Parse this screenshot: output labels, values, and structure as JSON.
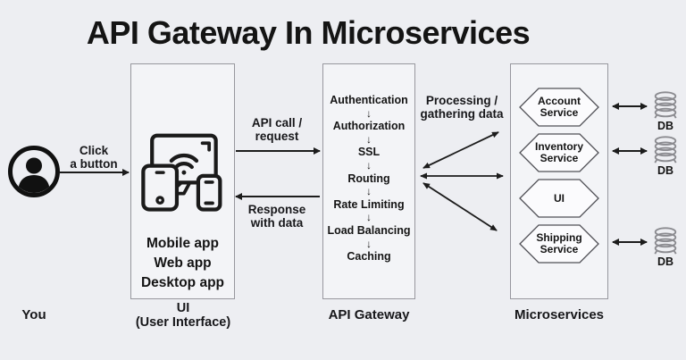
{
  "title": "API Gateway In Microservices",
  "glyphs": {
    "down_arrow": "↓"
  },
  "actor": {
    "label": "You",
    "action": {
      "line1": "Click",
      "line2": "a button"
    }
  },
  "ui_box": {
    "apps": [
      "Mobile app",
      "Web app",
      "Desktop app"
    ],
    "caption_line1": "UI",
    "caption_line2": "(User Interface)"
  },
  "flows": {
    "request": {
      "line1": "API call /",
      "line2": "request"
    },
    "response": {
      "line1": "Response",
      "line2": "with data"
    },
    "processing": {
      "line1": "Processing /",
      "line2": "gathering data"
    }
  },
  "gateway": {
    "caption": "API Gateway",
    "steps": [
      "Authentication",
      "Authorization",
      "SSL",
      "Routing",
      "Rate Limiting",
      "Load Balancing",
      "Caching"
    ]
  },
  "microservices": {
    "caption": "Microservices",
    "services": [
      "Account Service",
      "Inventory Service",
      "UI",
      "Shipping Service"
    ]
  },
  "databases": {
    "labels": [
      "DB",
      "DB",
      "DB"
    ]
  },
  "colors": {
    "background": "#edeef2",
    "box_fill": "#f3f4f7",
    "box_border": "#97979e",
    "ink": "#1a1a1a",
    "hex_fill": "#fbfbfd",
    "db_gray": "#8b8b90"
  }
}
